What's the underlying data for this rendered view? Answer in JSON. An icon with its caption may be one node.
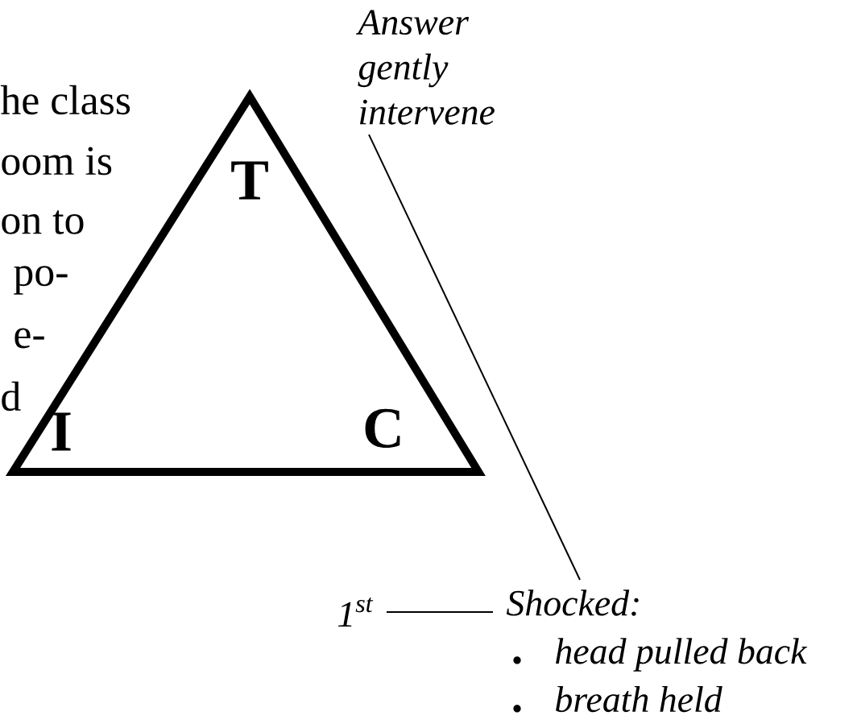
{
  "diagram": {
    "nodes": [
      {
        "text": [
          "T",
          "I",
          "C"
        ]
      },
      {
        "text": [
          "Answer gently intervene"
        ]
      },
      {
        "text": [
          "1$^{st}$"
        ]
      },
      {
        "text": [
          "Shocked:",
          "head pulled back",
          "breath held"
        ]
      }
    ],
    "edges": [
      {
        "from": 1,
        "to": 3,
        "arrow": "none"
      },
      {
        "from": 2,
        "to": 3,
        "arrow": "none"
      }
    ],
    "labels": [
      "he class",
      "oom is",
      "on to",
      "po-",
      "e-",
      "d"
    ]
  }
}
